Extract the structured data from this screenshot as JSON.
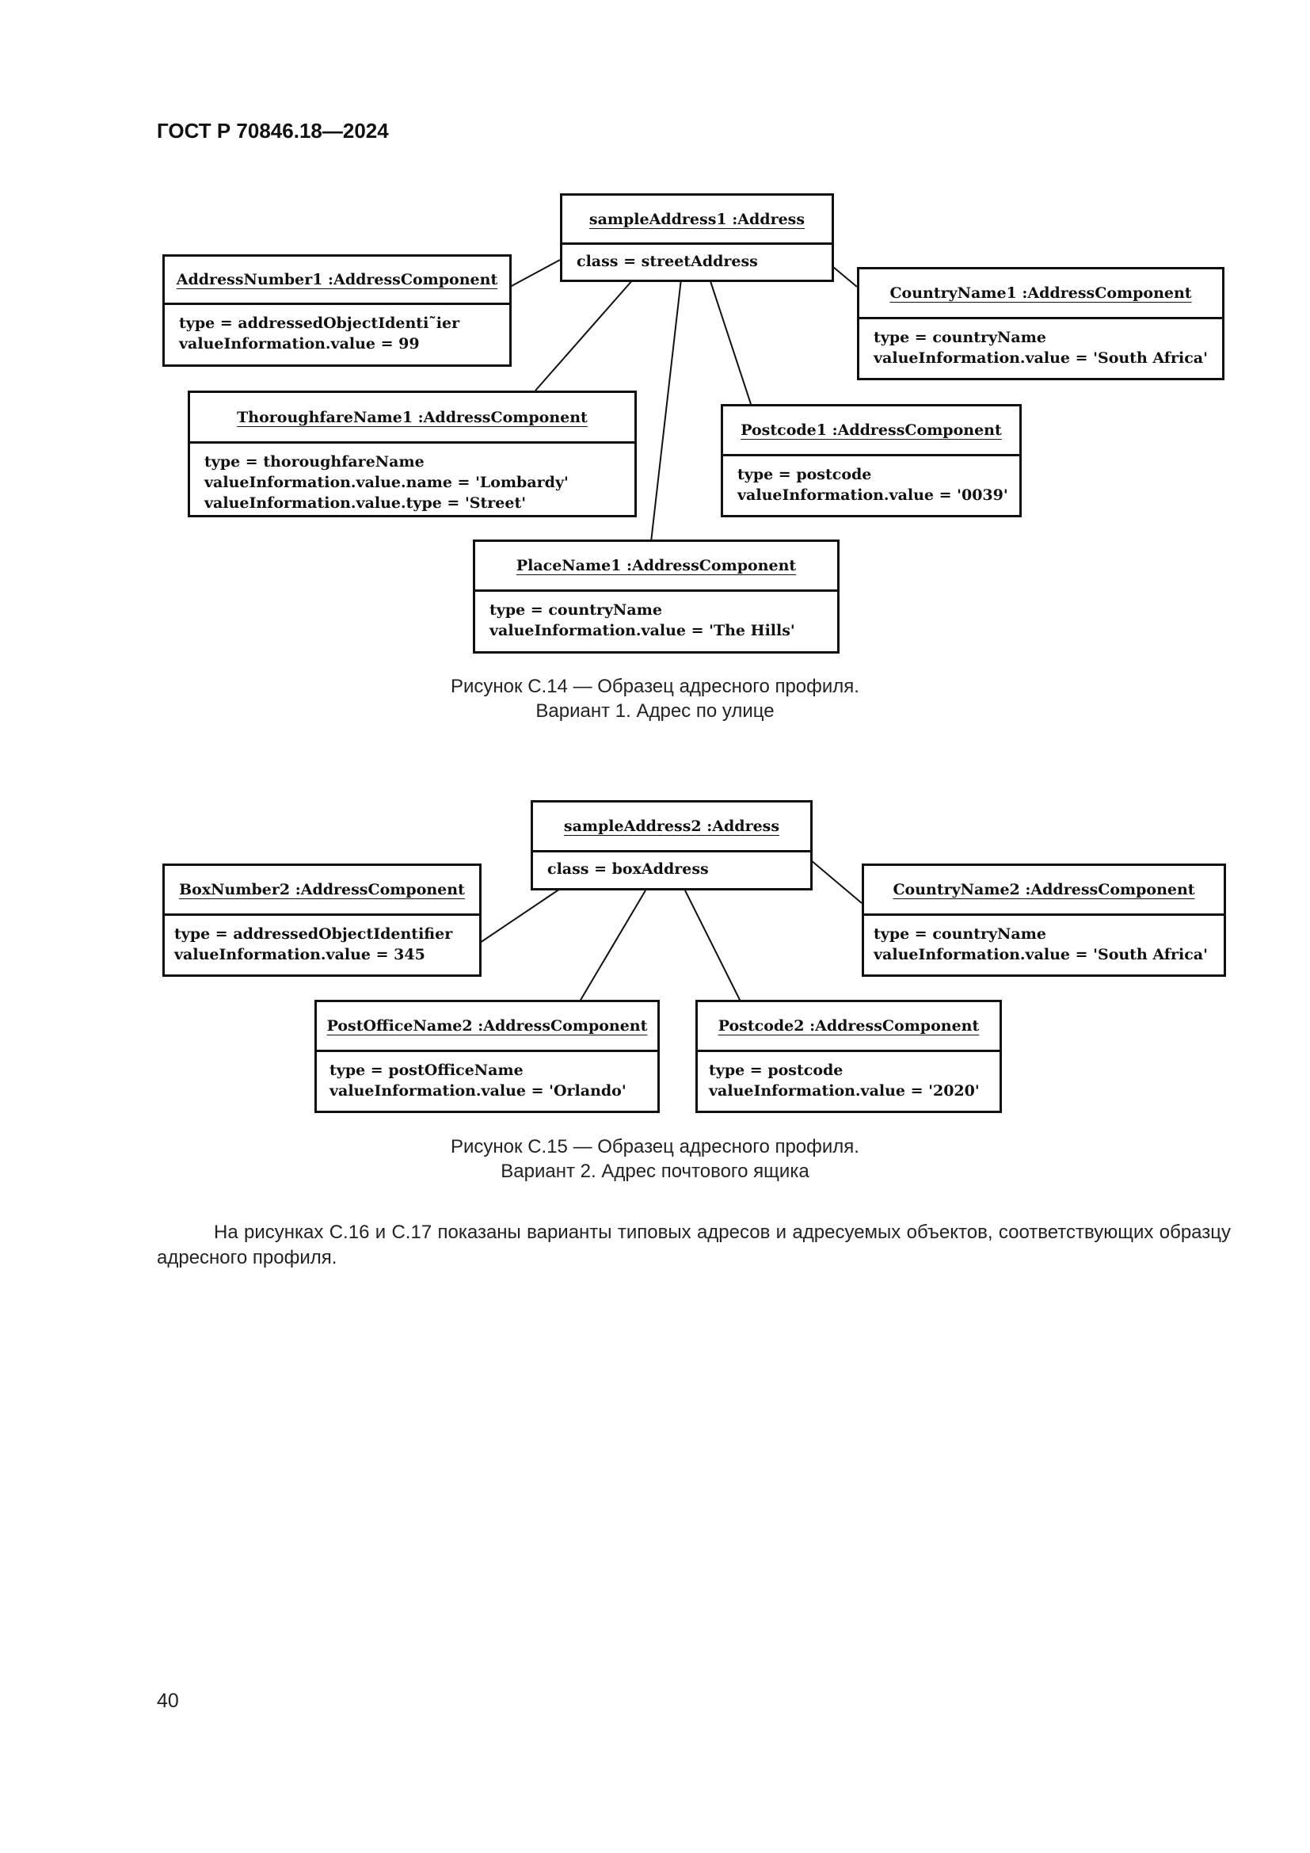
{
  "header": {
    "doc_id": "ГОСТ Р 70846.18—2024"
  },
  "figure1": {
    "root": {
      "title": "sampleAddress1 :Address",
      "attrs": [
        "class = streetAddress"
      ]
    },
    "components": [
      {
        "title": "AddressNumber1 :AddressComponent",
        "attrs": [
          "type = addressedObjectIdenti˜ier",
          "valueInformation.value = 99"
        ]
      },
      {
        "title": "CountryName1 :AddressComponent",
        "attrs": [
          "type = countryName",
          "valueInformation.value = 'South Africa'"
        ]
      },
      {
        "title": "ThoroughfareName1 :AddressComponent",
        "attrs": [
          "type = thoroughfareName",
          "valueInformation.value.name = 'Lombardy'",
          "valueInformation.value.type = 'Street'"
        ]
      },
      {
        "title": "Postcode1 :AddressComponent",
        "attrs": [
          "type = postcode",
          "valueInformation.value = '0039'"
        ]
      },
      {
        "title": "PlaceName1 :AddressComponent",
        "attrs": [
          "type = countryName",
          "valueInformation.value = 'The Hills'"
        ]
      }
    ],
    "caption_line1": "Рисунок С.14 — Образец адресного профиля.",
    "caption_line2": "Вариант 1. Адрес по улице"
  },
  "figure2": {
    "root": {
      "title": "sampleAddress2 :Address",
      "attrs": [
        "class = boxAddress"
      ]
    },
    "components": [
      {
        "title": "BoxNumber2 :AddressComponent",
        "attrs": [
          "type = addressedObjectIdentifier",
          "valueInformation.value = 345"
        ]
      },
      {
        "title": "CountryName2 :AddressComponent",
        "attrs": [
          "type = countryName",
          "valueInformation.value = 'South Africa'"
        ]
      },
      {
        "title": "PostOfficeName2 :AddressComponent",
        "attrs": [
          "type = postOfficeName",
          "valueInformation.value = 'Orlando'"
        ]
      },
      {
        "title": "Postcode2 :AddressComponent",
        "attrs": [
          "type = postcode",
          "valueInformation.value = '2020'"
        ]
      }
    ],
    "caption_line1": "Рисунок С.15 — Образец адресного профиля.",
    "caption_line2": "Вариант 2. Адрес почтового ящика"
  },
  "paragraph": "На рисунках С.16 и С.17 показаны варианты типовых адресов и адресуемых объектов, соответствующих образцу адресного профиля.",
  "page_number": "40"
}
